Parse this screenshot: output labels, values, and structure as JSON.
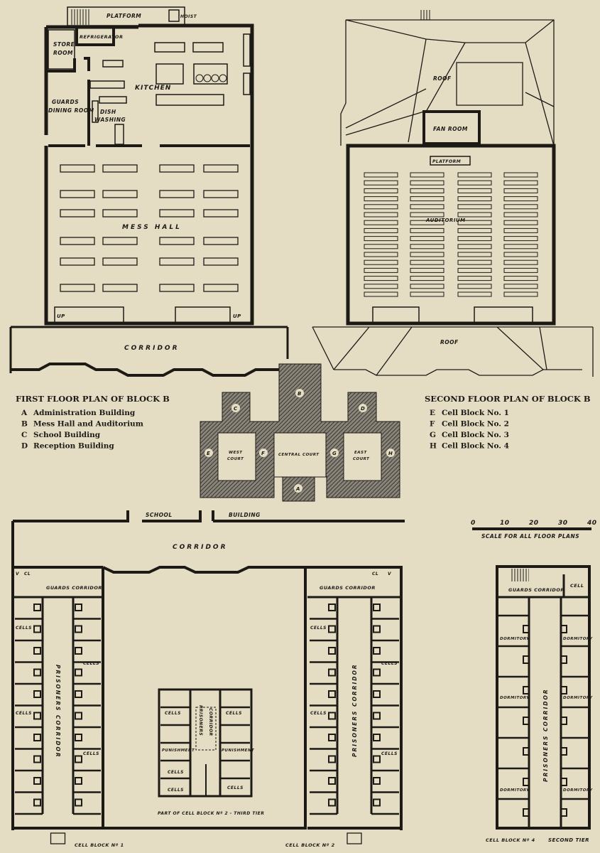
{
  "first_floor": {
    "platform": "PLATFORM",
    "hoist": "HOIST",
    "refrigerator": "REFRIGERATOR",
    "store_room": [
      "STORE",
      "ROOM"
    ],
    "kitchen": "KITCHEN",
    "guards_dining": [
      "GUARDS",
      "DINING ROOM"
    ],
    "dish_washing": [
      "DISH",
      "WASHING"
    ],
    "mess_hall": "MESS HALL",
    "up_left": "UP",
    "up_right": "UP",
    "corridor": "CORRIDOR"
  },
  "second_floor": {
    "roof_top": "ROOF",
    "fan_room": "FAN ROOM",
    "platform": "PLATFORM",
    "auditorium": "AUDITORIUM",
    "roof_bottom": "ROOF"
  },
  "legend_first": {
    "title": "FIRST FLOOR PLAN OF BLOCK B",
    "items": [
      {
        "key": "A",
        "label": "Administration Building"
      },
      {
        "key": "B",
        "label": "Mess Hall and Auditorium"
      },
      {
        "key": "C",
        "label": "School Building"
      },
      {
        "key": "D",
        "label": "Reception Building"
      }
    ]
  },
  "legend_second": {
    "title": "SECOND FLOOR PLAN OF BLOCK B",
    "items": [
      {
        "key": "E",
        "label": "Cell Block No. 1"
      },
      {
        "key": "F",
        "label": "Cell Block No. 2"
      },
      {
        "key": "G",
        "label": "Cell Block No. 3"
      },
      {
        "key": "H",
        "label": "Cell Block No. 4"
      }
    ]
  },
  "key_plan": {
    "letters": {
      "A": "A",
      "B": "B",
      "C": "C",
      "D": "D",
      "E": "E",
      "F": "F",
      "G": "G",
      "H": "H"
    },
    "west_court": [
      "WEST",
      "COURT"
    ],
    "central_court": "CENTRAL COURT",
    "east_court": [
      "EAST",
      "COURT"
    ]
  },
  "scale": {
    "ticks": [
      "0",
      "10",
      "20",
      "30",
      "40"
    ],
    "caption": "SCALE FOR ALL FLOOR PLANS"
  },
  "cell_blocks": {
    "school": "SCHOOL",
    "building": "BUILDING",
    "corridor": "CORRIDOR",
    "guards_corridor_1": "GUARDS CORRIDOR",
    "guards_corridor_2": "GUARDS CORRIDOR",
    "v": "V",
    "cl": "CL",
    "cells": "CELLS",
    "prisoners_corridor": "PRISONERS CORRIDOR",
    "cell_block_1": "CELL BLOCK Nº 1",
    "cell_block_2": "CELL BLOCK Nº 2",
    "part_caption": "PART OF CELL BLOCK Nº 2 - THIRD TIER",
    "inner_corridor": [
      "PRISONERS",
      "CORRIDOR"
    ],
    "punishment": "PUNISHMENT"
  },
  "block4": {
    "guards_corridor": "GUARDS CORRIDOR",
    "cell": "CELL",
    "dormitory": "DORMITORY",
    "prisoners_corridor": "PRISONERS CORRIDOR",
    "caption_left": "CELL BLOCK Nº 4",
    "caption_right": "SECOND TIER"
  },
  "colors": {
    "paper": "#e4ddc4",
    "ink": "#1d1a16",
    "hatch": "#5a554c"
  }
}
